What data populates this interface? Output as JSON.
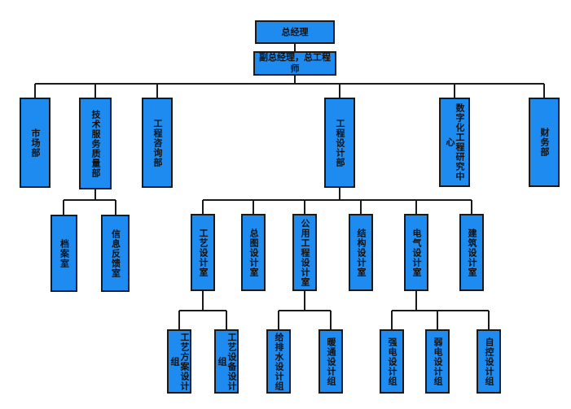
{
  "org": {
    "gm": "总经理",
    "deputy": "副总经理，总工程师",
    "market": "市场部",
    "tech_service": "技术服务质量部",
    "consult": "工程咨询部",
    "design": "工程设计部",
    "digital": "数字化工程研究中心",
    "finance": "财务部",
    "archive": "档案室",
    "feedback": "信息反馈室",
    "process_room": "工艺设计室",
    "general_plan": "总图设计室",
    "public_eng": "公用工程设计室",
    "structure": "结构设计室",
    "electric": "电气设计室",
    "architecture": "建筑设计室",
    "process_scheme": "工艺方案设计组",
    "process_equip": "工艺设备设计组",
    "water": "给排水设计组",
    "hvac": "暖通设计组",
    "strong": "强电设计组",
    "weak": "弱电设计组",
    "control": "自控设计组"
  },
  "colors": {
    "box": "#1e8bf0",
    "border": "#1a1a1a",
    "line": "#1a1a1a"
  }
}
